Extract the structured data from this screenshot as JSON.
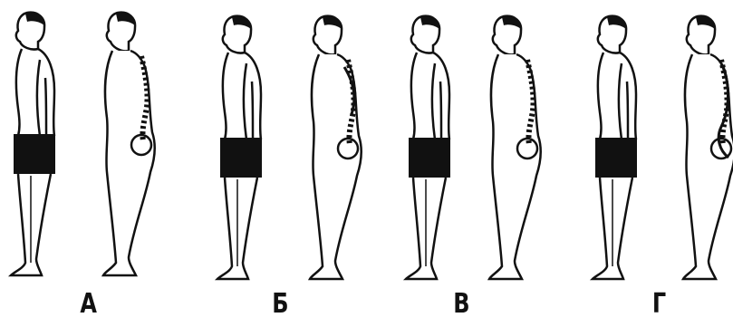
{
  "labels": {
    "a": "А",
    "b": "Б",
    "v": "В",
    "g": "Г"
  }
}
